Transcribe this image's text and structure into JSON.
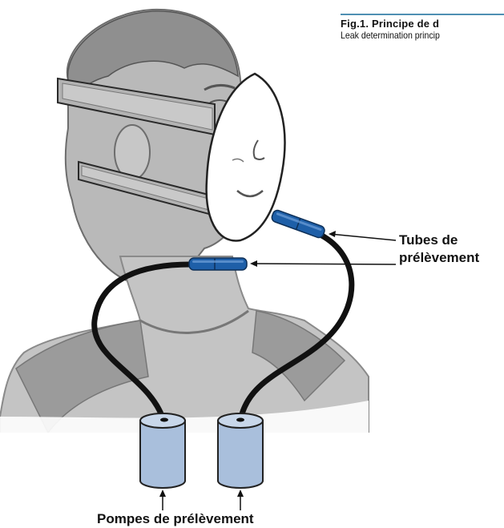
{
  "figure": {
    "title": "Fig.1. Principe de d",
    "subtitle": "Leak determination princip"
  },
  "labels": {
    "tubes_line1": "Tubes de",
    "tubes_line2": "prélèvement",
    "pumps": "Pompes de prélèvement"
  },
  "colors": {
    "accent_rule": "#4f8fb3",
    "tube_blue": "#1e5fa8",
    "pump_fill": "#a9bfdc",
    "skin_grey": "#8c8c8c",
    "hose": "#111111"
  }
}
